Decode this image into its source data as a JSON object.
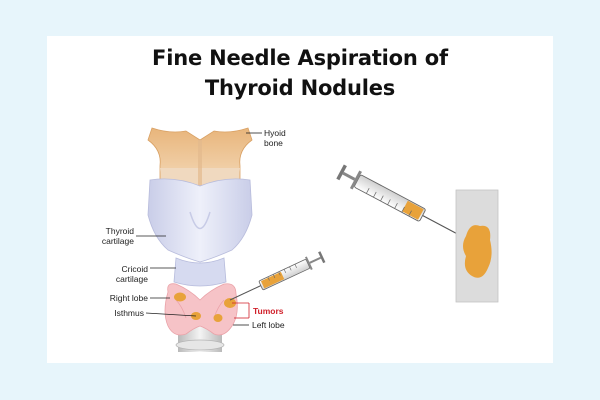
{
  "title": {
    "line1": "Fine Needle Aspiration of",
    "line2": "Thyroid Nodules"
  },
  "labels": {
    "hyoid_line1": "Hyoid",
    "hyoid_line2": "bone",
    "thyroid_line1": "Thyroid",
    "thyroid_line2": "cartilage",
    "cricoid_line1": "Cricoid",
    "cricoid_line2": "cartilage",
    "right_lobe": "Right lobe",
    "isthmus": "Isthmus",
    "tumors": "Tumors",
    "left_lobe": "Left lobe"
  },
  "colors": {
    "background": "#e7f5fb",
    "hyoid": "#e8b57b",
    "cartilage": "#dfe2f4",
    "thyroid_gland": "#f6c3c7",
    "nodule": "#e8a23a",
    "tumor_label": "#d0202a",
    "sample_slide": "#dcdcdc"
  },
  "icons": [
    "syringe-icon",
    "syringe-icon"
  ]
}
